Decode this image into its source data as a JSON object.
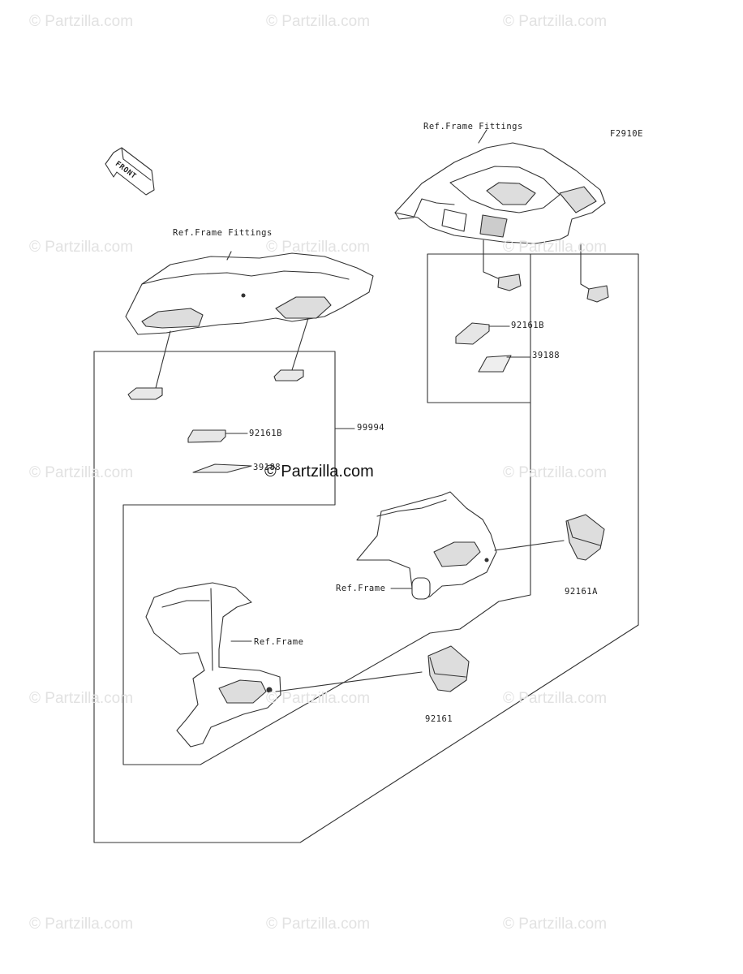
{
  "watermark": "© Partzilla.com",
  "center_watermark": "© Partzilla.com",
  "figure_code": "F2910E",
  "front_label": "FRONT",
  "labels": {
    "ref_frame_fittings_top": "Ref.Frame Fittings",
    "ref_frame_fittings_left": "Ref.Frame Fittings",
    "part_92161b_right": "92161B",
    "part_39188_right": "39188",
    "part_99994": "99994",
    "part_92161b_left": "92161B",
    "part_39188_left": "39188",
    "ref_frame_upper": "Ref.Frame",
    "ref_frame_lower": "Ref.Frame",
    "part_92161a": "92161A",
    "part_92161": "92161"
  }
}
